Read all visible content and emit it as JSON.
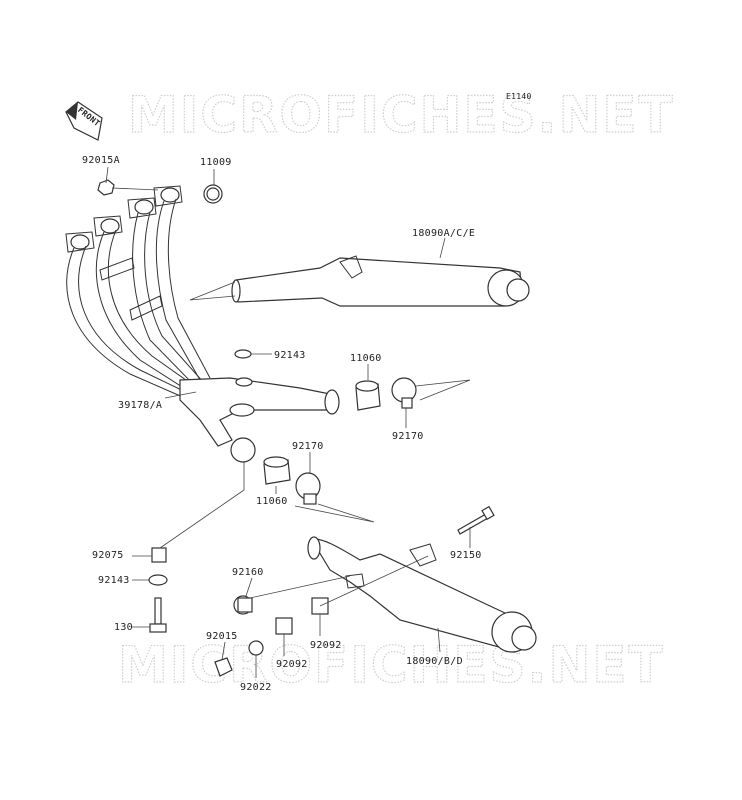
{
  "diagram_code": "E1140",
  "watermarks": [
    "MICROFICHES.NET",
    "MICROFICHES.NET"
  ],
  "front_arrow": {
    "label": "FRONT"
  },
  "parts": [
    {
      "id": "p92015A",
      "label": "92015A"
    },
    {
      "id": "p11009",
      "label": "11009"
    },
    {
      "id": "p18090ACE",
      "label": "18090A/C/E"
    },
    {
      "id": "p92143a",
      "label": "92143"
    },
    {
      "id": "p11060a",
      "label": "11060"
    },
    {
      "id": "p39178A",
      "label": "39178/A"
    },
    {
      "id": "p92170a",
      "label": "92170"
    },
    {
      "id": "p92170b",
      "label": "92170"
    },
    {
      "id": "p11060b",
      "label": "11060"
    },
    {
      "id": "p92150",
      "label": "92150"
    },
    {
      "id": "p92075",
      "label": "92075"
    },
    {
      "id": "p92160",
      "label": "92160"
    },
    {
      "id": "p92143b",
      "label": "92143"
    },
    {
      "id": "p130",
      "label": "130"
    },
    {
      "id": "p92015",
      "label": "92015"
    },
    {
      "id": "p92092a",
      "label": "92092"
    },
    {
      "id": "p92092b",
      "label": "92092"
    },
    {
      "id": "p18090BD",
      "label": "18090/B/D"
    },
    {
      "id": "p92022",
      "label": "92022"
    }
  ]
}
